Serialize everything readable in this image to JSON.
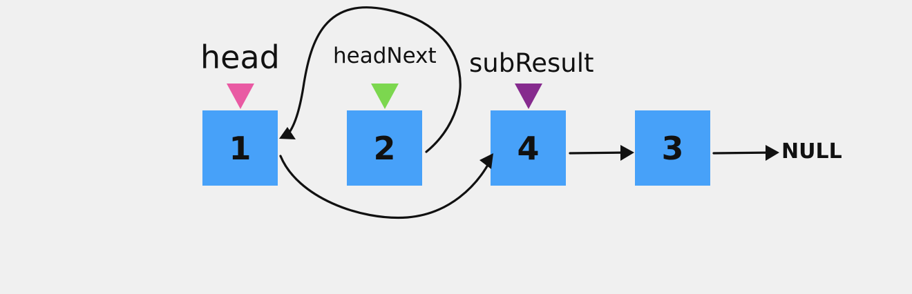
{
  "pointers": {
    "head": "head",
    "head_next": "headNext",
    "sub_result": "subResult"
  },
  "pointer_colors": {
    "head": "#e95aa3",
    "head_next": "#7cd74f",
    "sub_result": "#862b8e"
  },
  "nodes": [
    "1",
    "2",
    "4",
    "3"
  ],
  "node_color": "#47a1f9",
  "null_label": "NULL"
}
